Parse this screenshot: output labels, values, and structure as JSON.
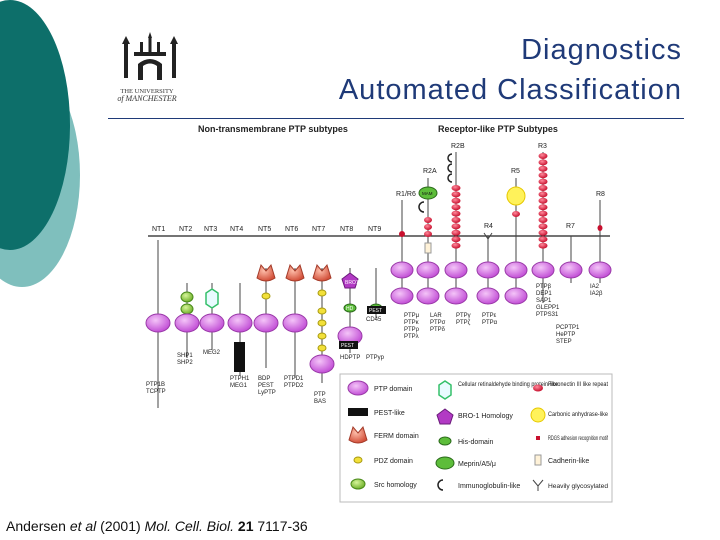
{
  "slide": {
    "title_line1": "Diagnostics",
    "title_line2": "Automated Classification",
    "logo": {
      "line1": "THE UNIVERSITY",
      "line2": "of MANCHESTER"
    },
    "citation": {
      "authors_pre": "Andersen ",
      "et_al": "et al",
      "year": " (2001) ",
      "journal": "Mol. Cell. Biol.",
      "volume": " 21",
      "pages": " 7117-36"
    },
    "colors": {
      "teal": "#0d6f6a",
      "light_teal": "#7fbfbd",
      "title": "#1f3a78",
      "ptp_domain": "#d770e6",
      "fibronectin": "#e0224a",
      "ferm": "#e06a50",
      "src": "#8bcf38",
      "pdz": "#f2e03a"
    }
  },
  "diagram": {
    "header_left": "Non-transmembrane PTP subtypes",
    "header_right": "Receptor-like PTP Subtypes",
    "nt_labels": [
      "NT1",
      "NT2",
      "NT3",
      "NT4",
      "NT5",
      "NT6",
      "NT7",
      "NT8",
      "NT9"
    ],
    "r_labels": [
      "R1/R6",
      "R2A",
      "R2B",
      "R3",
      "R4",
      "R5",
      "R7",
      "R8"
    ],
    "inner_labels": {
      "bro1": "BRO1",
      "hd": "HD",
      "pest": "PEST",
      "mam": "MAM"
    },
    "members": {
      "nt1": [
        "PTP1B",
        "TCPTP"
      ],
      "nt2": [
        "SHP1",
        "SHP2"
      ],
      "nt3": [
        "MEG2"
      ],
      "nt4": [
        "PTPH1",
        "MEG1"
      ],
      "nt5": [
        "BDP",
        "PEST",
        "LyPTP"
      ],
      "nt6": [
        "PTPD1",
        "PTPD2"
      ],
      "nt7": [
        "PTP",
        "BAS"
      ],
      "nt8": [
        "HDPTP",
        "PTPyp"
      ],
      "nt9": [
        "CD45"
      ],
      "r2a": [
        "PTPμ",
        "PTPκ",
        "PTPρ",
        "PTPλ"
      ],
      "r2b": [
        "LAR",
        "PTPσ",
        "PTPδ"
      ],
      "r3": [
        "PTPγ",
        "PTPζ"
      ],
      "r4": [
        "PTPε",
        "PTPα"
      ],
      "r5": [
        "PTPβ",
        "DEP1",
        "SAP1",
        "GLEPP1",
        "PTPS31"
      ],
      "r7": [
        "PCPTP1",
        "HePTP",
        "STEP"
      ],
      "r8": [
        "IA2",
        "IA2β"
      ]
    },
    "legend": [
      {
        "label": "PTP domain",
        "icon": "ptp-domain"
      },
      {
        "label": "PEST-like",
        "icon": "pest-box"
      },
      {
        "label": "FERM domain",
        "icon": "ferm-domain"
      },
      {
        "label": "PDZ domain",
        "icon": "pdz-domain"
      },
      {
        "label": "Src homology",
        "icon": "src-homology"
      },
      {
        "label": "Cellular retinaldehyde binding protein-like",
        "icon": "crbp-like"
      },
      {
        "label": "BRO-1 Homology",
        "icon": "bro1-homology"
      },
      {
        "label": "His-domain",
        "icon": "his-domain"
      },
      {
        "label": "Meprin/A5/μ",
        "icon": "mam-domain"
      },
      {
        "label": "Immunoglobulin-like",
        "icon": "ig-like"
      },
      {
        "label": "Fibronectin III like repeat",
        "icon": "fibronectin"
      },
      {
        "label": "Carbonic anhydrase-like",
        "icon": "carbonic"
      },
      {
        "label": "RDGS adhesion recognition motif",
        "icon": "rdgs"
      },
      {
        "label": "Cadherin-like",
        "icon": "cadherin"
      },
      {
        "label": "Heavily glycosylated",
        "icon": "glyco"
      }
    ]
  }
}
